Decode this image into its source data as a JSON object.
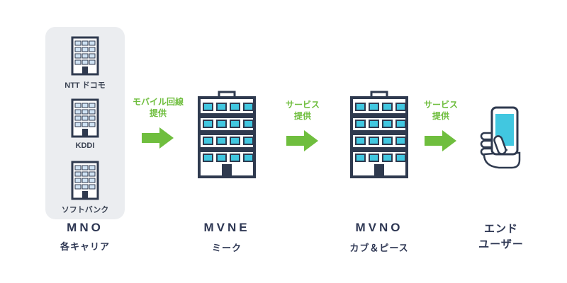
{
  "mno": {
    "label": "MNO",
    "sublabel": "各キャリア",
    "carriers": [
      "NTT ドコモ",
      "KDDI",
      "ソフトバンク"
    ]
  },
  "flows": [
    {
      "label_line1": "モバイル回線",
      "label_line2": "提供"
    },
    {
      "label_line1": "サービス",
      "label_line2": "提供"
    },
    {
      "label_line1": "サービス",
      "label_line2": "提供"
    }
  ],
  "mvne": {
    "label": "MVNE",
    "sublabel": "ミーク"
  },
  "mvno": {
    "label": "MVNO",
    "sublabel": "カブ＆ピース"
  },
  "end_user": {
    "label_line1": "エンド",
    "label_line2": "ユーザー"
  },
  "colors": {
    "arrow_green": "#6fbe3e",
    "window_cyan": "#41c7e0",
    "window_light_blue": "#cfe2f3",
    "outline_navy": "#2f3a4f",
    "text_navy": "#2f3854",
    "mno_box_gray": "#ebedf0"
  }
}
